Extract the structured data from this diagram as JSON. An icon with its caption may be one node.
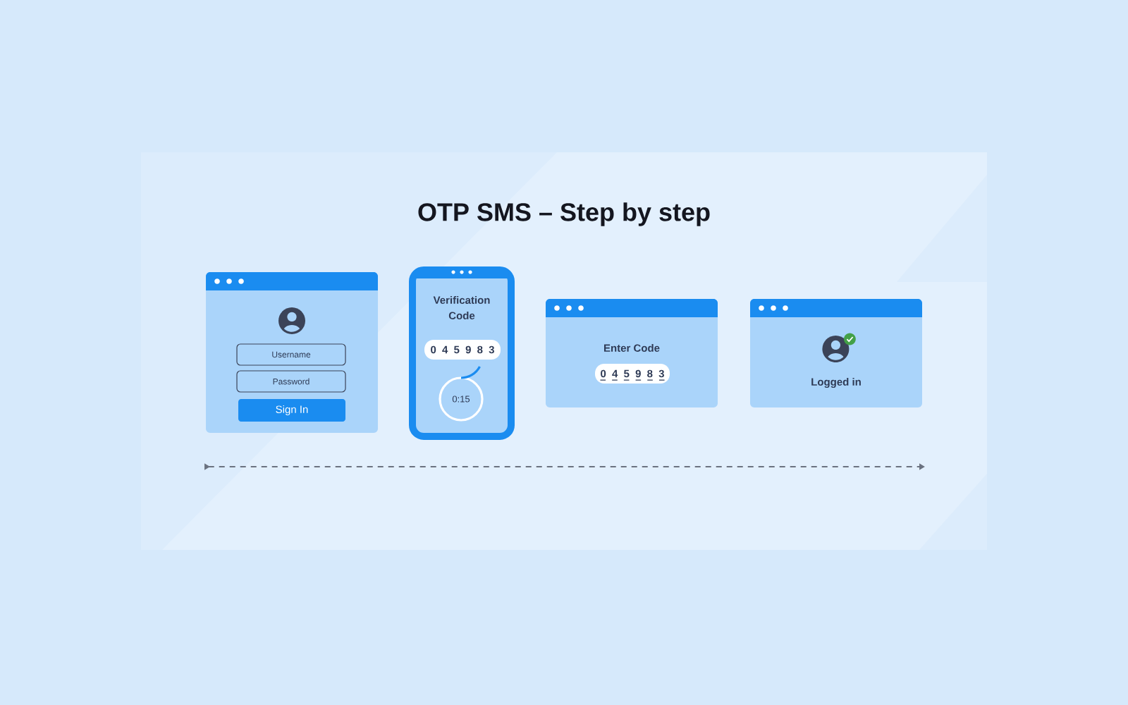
{
  "diagram": {
    "title": "OTP SMS – Step by step",
    "nodes": [
      {
        "text": [],
        "shape": "box"
      },
      {
        "text": [
          "Username"
        ],
        "in": 0
      },
      {
        "text": [
          "Password"
        ],
        "in": 0
      },
      {
        "text": [
          "Sign In"
        ],
        "in": 0
      },
      {
        "text": [
          "Verification Code"
        ]
      },
      {
        "text": [
          "0 4 5 9 8 3"
        ],
        "in": 4
      },
      {
        "text": [
          "0:15"
        ],
        "in": 4
      },
      {
        "text": [
          "Enter Code"
        ]
      },
      {
        "text": [
          "0 4 5 9 8 3"
        ],
        "in": 7
      },
      {
        "text": [
          "Logged in"
        ]
      }
    ]
  }
}
